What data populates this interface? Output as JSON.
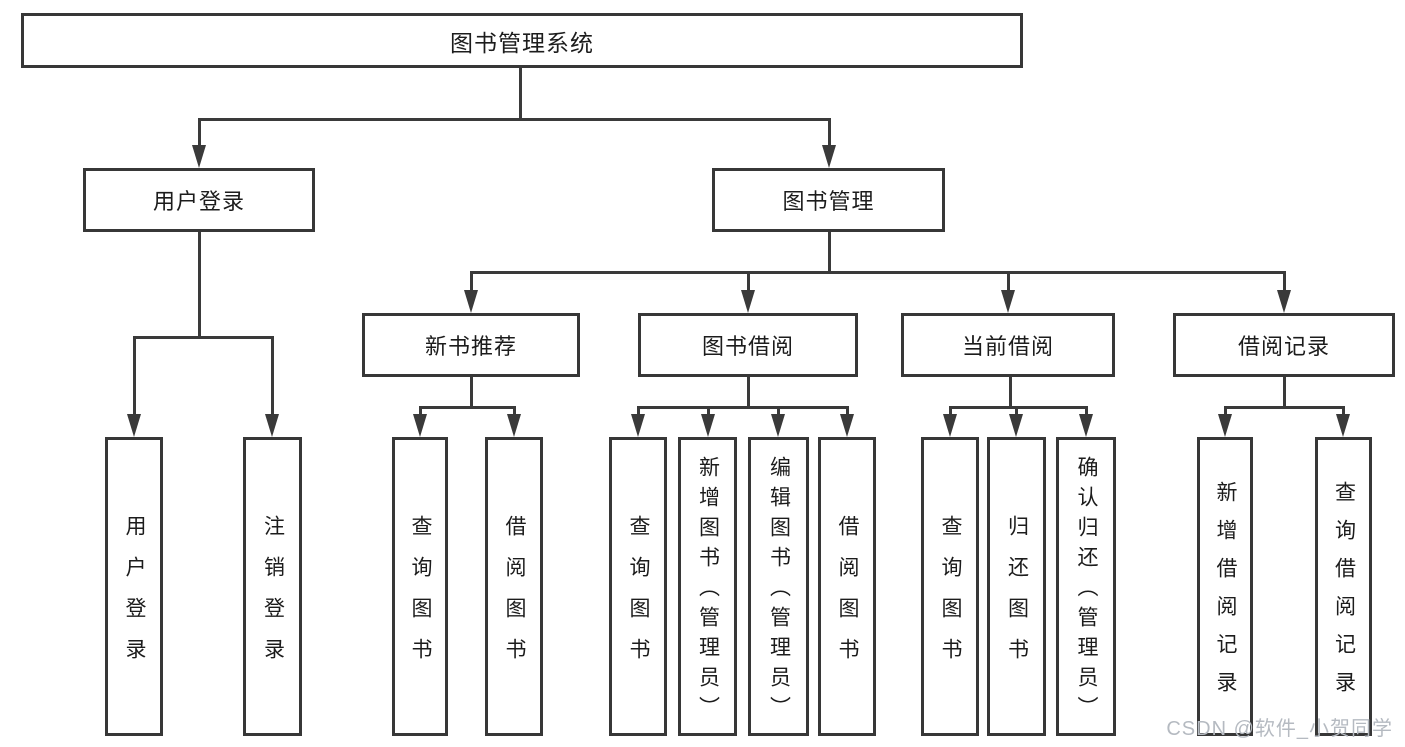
{
  "colors": {
    "line": "#3a3a3a",
    "box_border": "#373737",
    "text": "#1c1c1c",
    "watermark": "#b5bac1"
  },
  "watermark": {
    "text": "CSDN @软件_小贺同学"
  },
  "tree": {
    "root": "图书管理系统",
    "branches": [
      {
        "label": "用户登录",
        "children": [
          {
            "label": "用户登录"
          },
          {
            "label": "注销登录"
          }
        ]
      },
      {
        "label": "图书管理",
        "children": [
          {
            "label": "新书推荐",
            "children": [
              {
                "label": "查询图书"
              },
              {
                "label": "借阅图书"
              }
            ]
          },
          {
            "label": "图书借阅",
            "children": [
              {
                "label": "查询图书"
              },
              {
                "label": "新增图书（管理员）"
              },
              {
                "label": "编辑图书（管理员）"
              },
              {
                "label": "借阅图书"
              }
            ]
          },
          {
            "label": "当前借阅",
            "children": [
              {
                "label": "查询图书"
              },
              {
                "label": "归还图书"
              },
              {
                "label": "确认归还（管理员）"
              }
            ]
          },
          {
            "label": "借阅记录",
            "children": [
              {
                "label": "新增借阅记录"
              },
              {
                "label": "查询借阅记录"
              }
            ]
          }
        ]
      }
    ]
  }
}
